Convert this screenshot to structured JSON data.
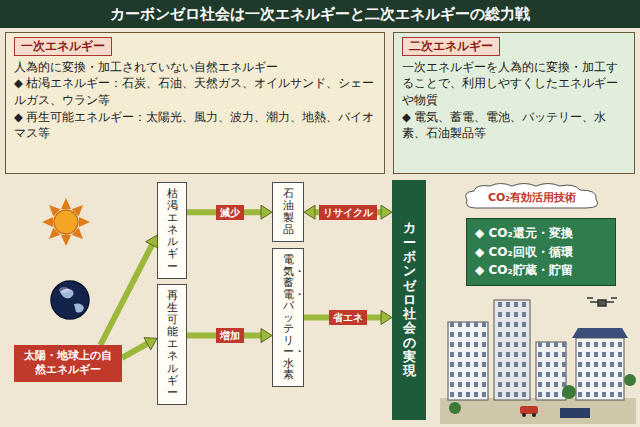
{
  "diagram": {
    "title": "カーボンゼロ社会は一次エネルギーと二次エネルギーの総力戦",
    "nodes": [
      {
        "text": [
          "一次エネルギー",
          "人為的に変換・加工されていない自然エネルギー",
          "◆ 枯渇エネルギー：石炭、石油、天然ガス、オイルサンド、シェールガス、ウラン等",
          "◆ 再生可能エネルギー：太陽光、風力、波力、潮力、地熱、バイオマス等"
        ]
      },
      {
        "text": [
          "二次エネルギー",
          "一次エネルギーを人為的に変換・加工することで、利用しやすくしたエネルギーや物質",
          "◆ 電気、蓄電、電池、バッテリー、水素、石油製品等"
        ]
      },
      {
        "text": [
          "太陽・地球上の自然エネルギー"
        ]
      },
      {
        "text": [
          "枯渇エネルギー"
        ]
      },
      {
        "text": [
          "再生可能エネルギー"
        ]
      },
      {
        "text": [
          "石油製品"
        ]
      },
      {
        "text": [
          "電気・蓄電・バッテリー・水素"
        ]
      },
      {
        "text": [
          "カーボンゼロ社会の実現"
        ]
      },
      {
        "text": [
          "CO₂有効活用技術"
        ]
      },
      {
        "text": [
          "◆ CO₂還元・変換",
          "◆ CO₂回収・循環",
          "◆ CO₂貯蔵・貯留"
        ]
      }
    ],
    "edges": [
      {
        "from": 2,
        "to": 3,
        "arrow": "to"
      },
      {
        "from": 2,
        "to": 4,
        "arrow": "to"
      },
      {
        "from": 3,
        "to": 5,
        "label": "減少",
        "arrow": "to"
      },
      {
        "from": 4,
        "to": 6,
        "label": "増加",
        "arrow": "to"
      },
      {
        "from": 5,
        "to": 7,
        "label": "リサイクル",
        "arrow": "both"
      },
      {
        "from": 6,
        "to": 7,
        "label": "省エネ",
        "arrow": "to"
      }
    ]
  }
}
